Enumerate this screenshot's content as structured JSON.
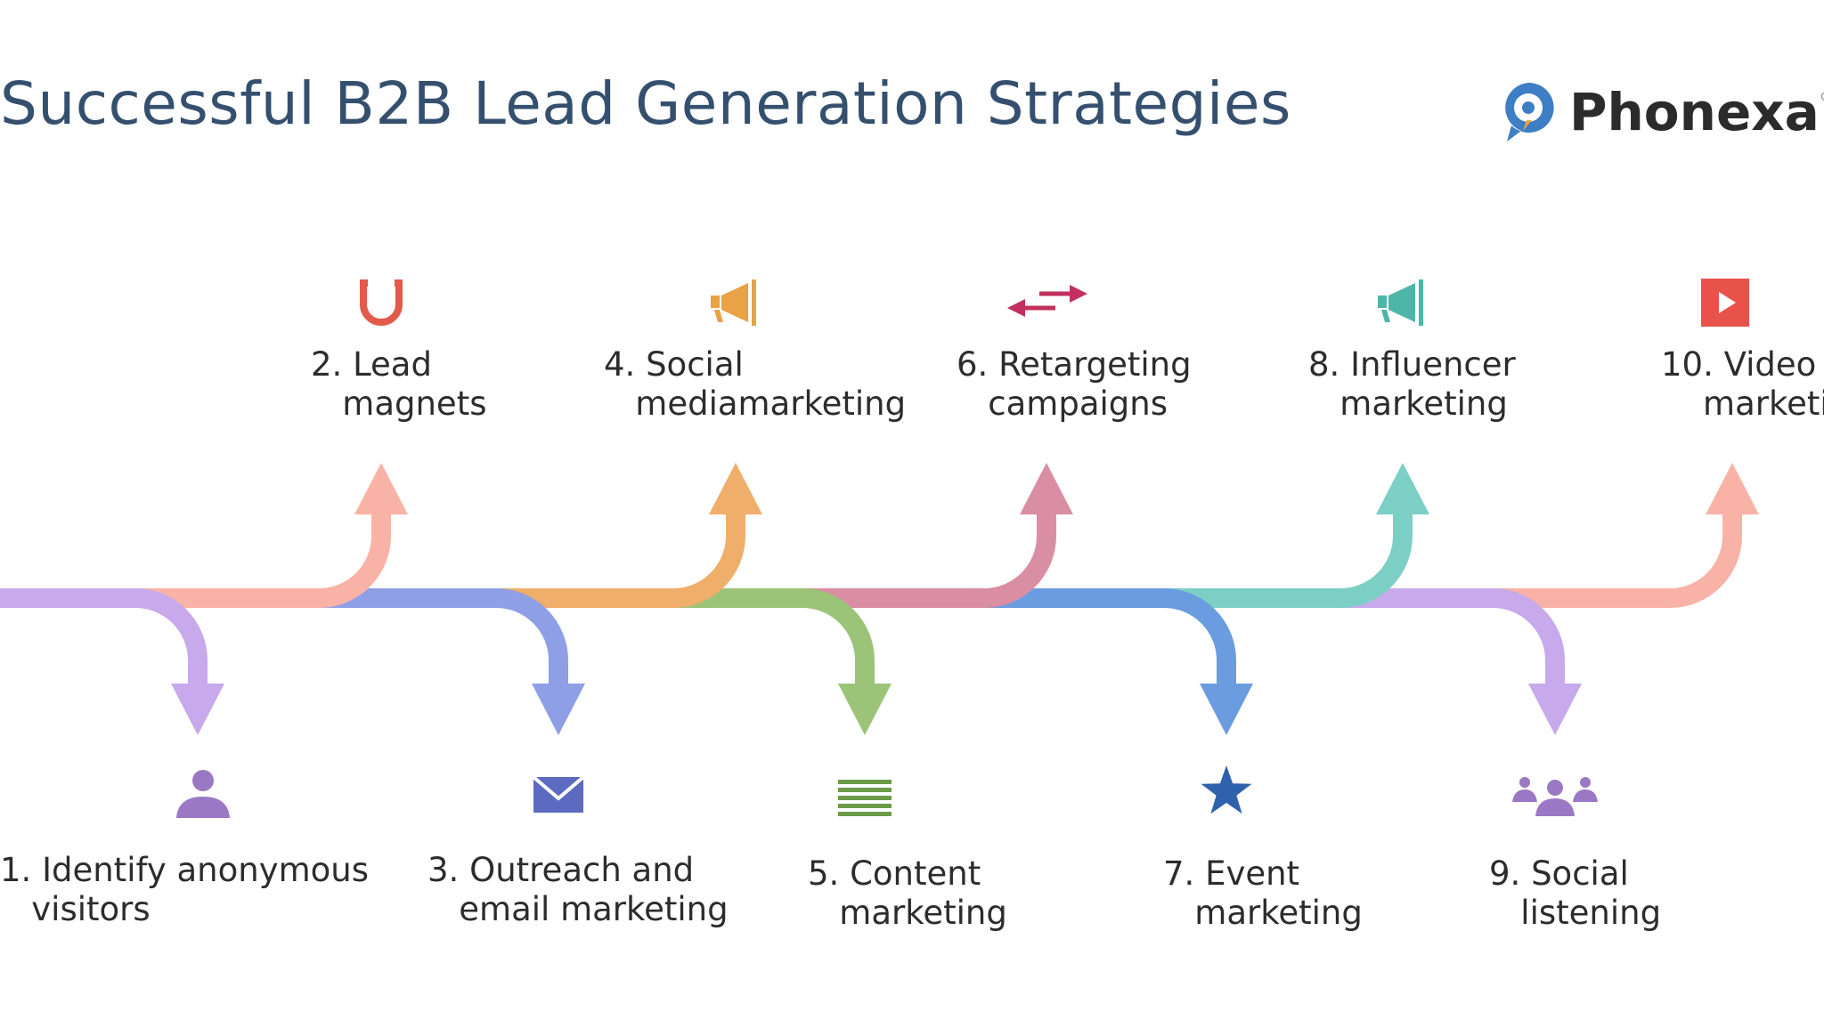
{
  "title": "Successful B2B Lead Generation Strategies",
  "brand": {
    "name": "Phonexa",
    "registered": "®"
  },
  "colors": {
    "title": "#35506e",
    "salmon": "#f9b3a6",
    "lavender": "#c7a9ec",
    "periwinkle": "#8f9fe6",
    "orange": "#efae6a",
    "pink": "#d98ea4",
    "green": "#9bc478",
    "blue": "#6b9ce0",
    "teal": "#7ccfc5",
    "logo_blue": "#3d7ec4"
  },
  "strategies": [
    {
      "number": "1.",
      "label": "Identify anonymous\nvisitors",
      "icon": "person-icon",
      "direction": "down",
      "color": "#c7a9ec"
    },
    {
      "number": "2.",
      "label": "Lead\nmagnets",
      "icon": "magnet-icon",
      "direction": "up",
      "color": "#f9b3a6"
    },
    {
      "number": "3.",
      "label": "Outreach and\nemail marketing",
      "icon": "envelope-icon",
      "direction": "down",
      "color": "#8f9fe6"
    },
    {
      "number": "4.",
      "label": "Social\nmediamarketing",
      "icon": "megaphone-icon",
      "direction": "up",
      "color": "#efae6a"
    },
    {
      "number": "5.",
      "label": "Content\nmarketing",
      "icon": "content-lines-icon",
      "direction": "down",
      "color": "#9bc478"
    },
    {
      "number": "6.",
      "label": "Retargeting\ncampaigns",
      "icon": "swap-arrows-icon",
      "direction": "up",
      "color": "#d98ea4"
    },
    {
      "number": "7.",
      "label": "Event\nmarketing",
      "icon": "star-icon",
      "direction": "down",
      "color": "#6b9ce0"
    },
    {
      "number": "8.",
      "label": "Influencer\nmarketing",
      "icon": "megaphone-icon",
      "direction": "up",
      "color": "#7ccfc5"
    },
    {
      "number": "9.",
      "label": "Social\nlistening",
      "icon": "group-icon",
      "direction": "down",
      "color": "#c7a9ec"
    },
    {
      "number": "10.",
      "label": "Video\nmarketing",
      "icon": "play-video-icon",
      "direction": "up",
      "color": "#f9b3a6"
    }
  ]
}
